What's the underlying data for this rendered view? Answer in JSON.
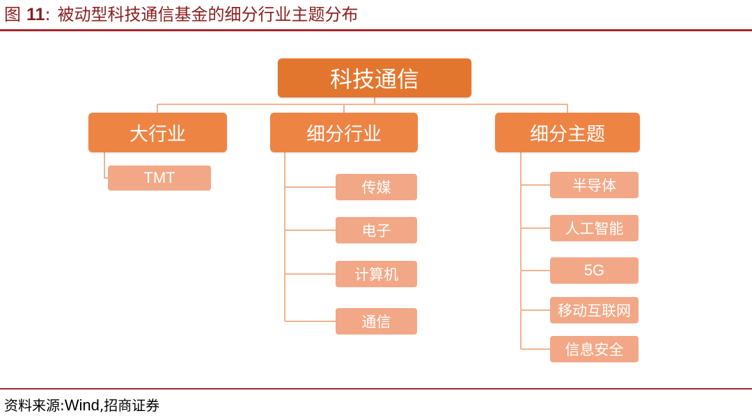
{
  "figure": {
    "label": "图",
    "number": "11",
    "separator": ":",
    "title": "被动型科技通信基金的细分行业主题分布"
  },
  "root": {
    "label": "科技通信"
  },
  "categories": [
    {
      "label": "大行业",
      "items": [
        "TMT"
      ]
    },
    {
      "label": "细分行业",
      "items": [
        "传媒",
        "电子",
        "计算机",
        "通信"
      ]
    },
    {
      "label": "细分主题",
      "items": [
        "半导体",
        "人工智能",
        "5G",
        "移动互联网",
        "信息安全"
      ]
    }
  ],
  "source": {
    "prefix": "资料来源:",
    "primary": "Wind",
    "separator": ",",
    "secondary": "招商证券"
  },
  "colors": {
    "rule": "#A3262A",
    "title_text": "#8B1E1E",
    "root_fill": "#E3762E",
    "category_fill": "#EE8444",
    "item_fill": "#F2A886",
    "connector": "#F0B290"
  }
}
